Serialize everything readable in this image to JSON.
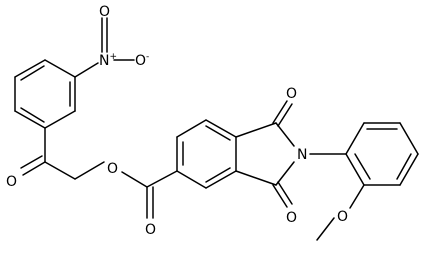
{
  "structure": {
    "atoms": [
      {
        "id": "n_nitro",
        "text": "N",
        "superscript": "+"
      },
      {
        "id": "o_nitro_top",
        "text": "O"
      },
      {
        "id": "o_nitro_minus",
        "text": "O",
        "superscript": "-"
      },
      {
        "id": "o_ketone",
        "text": "O"
      },
      {
        "id": "o_ester_link",
        "text": "O"
      },
      {
        "id": "o_ester_carbonyl",
        "text": "O"
      },
      {
        "id": "o_imide_top",
        "text": "O"
      },
      {
        "id": "o_imide_bottom",
        "text": "O"
      },
      {
        "id": "n_imide",
        "text": "N"
      },
      {
        "id": "o_methoxy",
        "text": "O"
      }
    ]
  }
}
